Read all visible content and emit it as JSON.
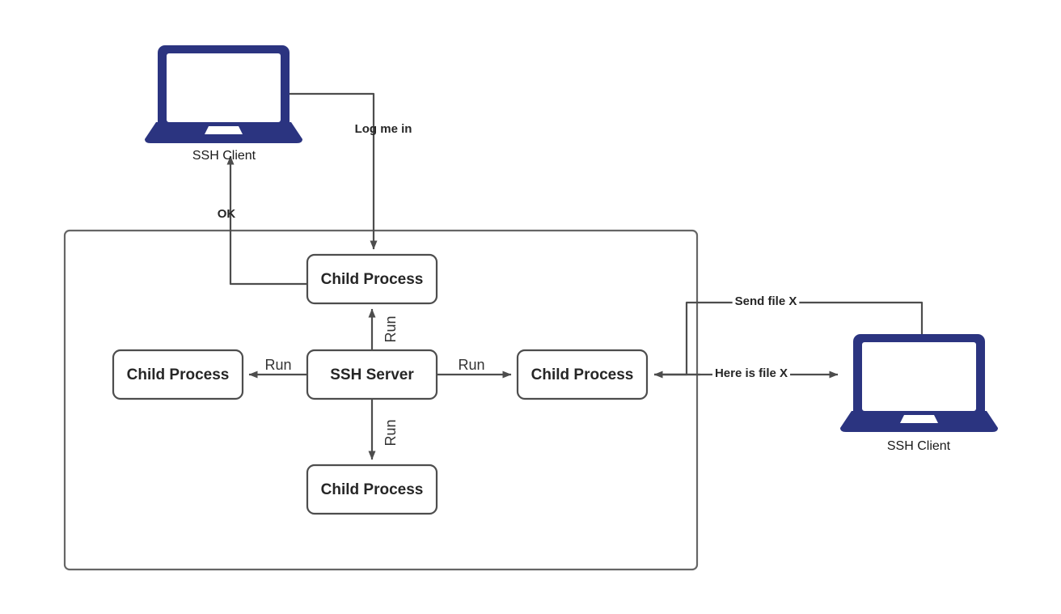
{
  "diagram": {
    "title": "SSH Server forking child processes for clients",
    "colors": {
      "device_blue": "#2b3480",
      "line_gray": "#4d4d4d",
      "container_gray": "#666666",
      "text_dark": "#262626",
      "background": "#ffffff"
    },
    "container": {
      "name": "ssh-server-host-boundary"
    },
    "nodes": [
      {
        "id": "child-top",
        "label": "Child Process"
      },
      {
        "id": "child-left",
        "label": "Child Process"
      },
      {
        "id": "ssh-server",
        "label": "SSH Server"
      },
      {
        "id": "child-right",
        "label": "Child Process"
      },
      {
        "id": "child-bottom",
        "label": "Child Process"
      }
    ],
    "devices": [
      {
        "id": "ssh-client-top",
        "label": "SSH Client"
      },
      {
        "id": "ssh-client-right",
        "label": "SSH Client"
      }
    ],
    "edges": [
      {
        "id": "log-me-in",
        "label": "Log me in",
        "from": "ssh-client-top",
        "to": "child-top",
        "style": "bold"
      },
      {
        "id": "ok",
        "label": "OK",
        "from": "child-top",
        "to": "ssh-client-top",
        "style": "bold"
      },
      {
        "id": "run-up",
        "label": "Run",
        "from": "ssh-server",
        "to": "child-top",
        "style": "plain-rotated"
      },
      {
        "id": "run-left",
        "label": "Run",
        "from": "ssh-server",
        "to": "child-left",
        "style": "plain"
      },
      {
        "id": "run-right",
        "label": "Run",
        "from": "ssh-server",
        "to": "child-right",
        "style": "plain"
      },
      {
        "id": "run-down",
        "label": "Run",
        "from": "ssh-server",
        "to": "child-bottom",
        "style": "plain-rotated"
      },
      {
        "id": "send-file-x",
        "label": "Send file X",
        "from": "ssh-client-right",
        "to": "child-right",
        "style": "bold"
      },
      {
        "id": "here-is-file-x",
        "label": "Here is file X",
        "from": "child-right",
        "to": "ssh-client-right",
        "style": "bold"
      }
    ]
  }
}
